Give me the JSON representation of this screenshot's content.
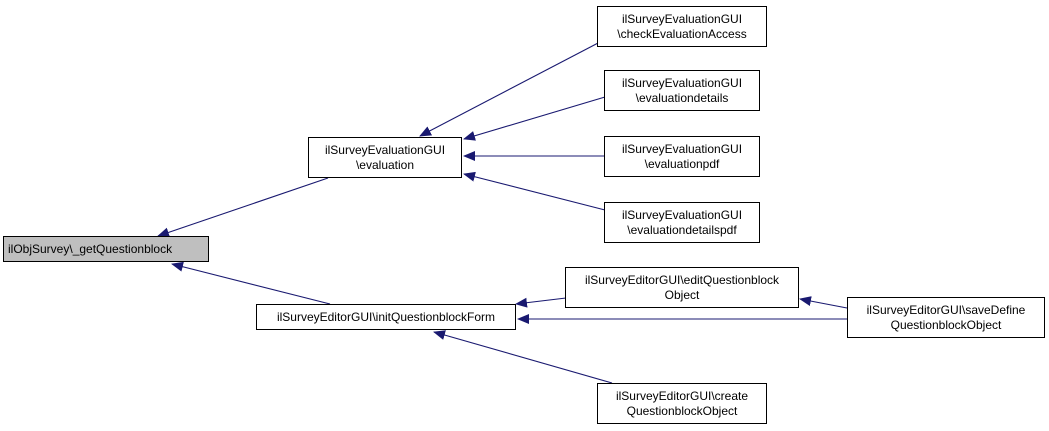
{
  "nodes": {
    "root": {
      "lines": [
        "ilObjSurvey\\_getQuestionblock"
      ]
    },
    "evaluation": {
      "lines": [
        "ilSurveyEvaluationGUI",
        "\\evaluation"
      ]
    },
    "init_form": {
      "lines": [
        "ilSurveyEditorGUI\\initQuestionblockForm"
      ]
    },
    "check_access": {
      "lines": [
        "ilSurveyEvaluationGUI",
        "\\checkEvaluationAccess"
      ]
    },
    "eval_details": {
      "lines": [
        "ilSurveyEvaluationGUI",
        "\\evaluationdetails"
      ]
    },
    "eval_pdf": {
      "lines": [
        "ilSurveyEvaluationGUI",
        "\\evaluationpdf"
      ]
    },
    "eval_details_pdf": {
      "lines": [
        "ilSurveyEvaluationGUI",
        "\\evaluationdetailspdf"
      ]
    },
    "edit_qb": {
      "lines": [
        "ilSurveyEditorGUI\\editQuestionblock",
        "Object"
      ]
    },
    "save_define": {
      "lines": [
        "ilSurveyEditorGUI\\saveDefine",
        "QuestionblockObject"
      ]
    },
    "create_qb": {
      "lines": [
        "ilSurveyEditorGUI\\create",
        "QuestionblockObject"
      ]
    }
  },
  "edges": [
    {
      "from": "evaluation",
      "to": "root"
    },
    {
      "from": "init_form",
      "to": "root"
    },
    {
      "from": "check_access",
      "to": "evaluation"
    },
    {
      "from": "eval_details",
      "to": "evaluation"
    },
    {
      "from": "eval_pdf",
      "to": "evaluation"
    },
    {
      "from": "eval_details_pdf",
      "to": "evaluation"
    },
    {
      "from": "edit_qb",
      "to": "init_form"
    },
    {
      "from": "save_define",
      "to": "init_form"
    },
    {
      "from": "create_qb",
      "to": "init_form"
    },
    {
      "from": "save_define",
      "to": "edit_qb"
    }
  ],
  "colors": {
    "edge": "#191970",
    "node_border": "#000000",
    "root_fill": "#bfbfbf"
  }
}
